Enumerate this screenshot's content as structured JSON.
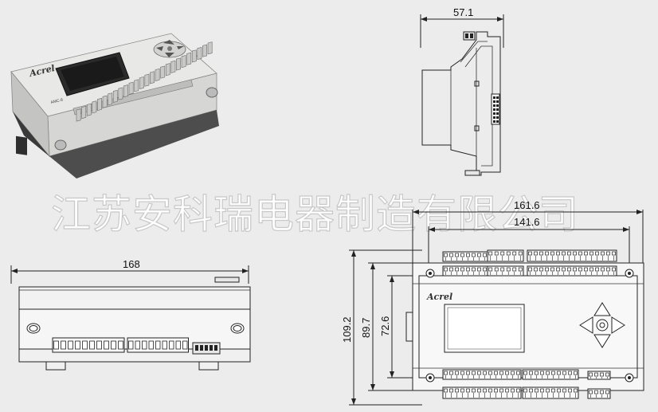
{
  "watermark": "江苏安科瑞电器制造有限公司",
  "dimensions": {
    "side_width": "57.1",
    "front_width": "168",
    "top_overall_width": "161.6",
    "top_inner_width": "141.6",
    "height_overall": "109.2",
    "height_body": "89.7",
    "height_inner": "72.6"
  },
  "device": {
    "brand": "Acrel",
    "model": "AMC-8"
  }
}
